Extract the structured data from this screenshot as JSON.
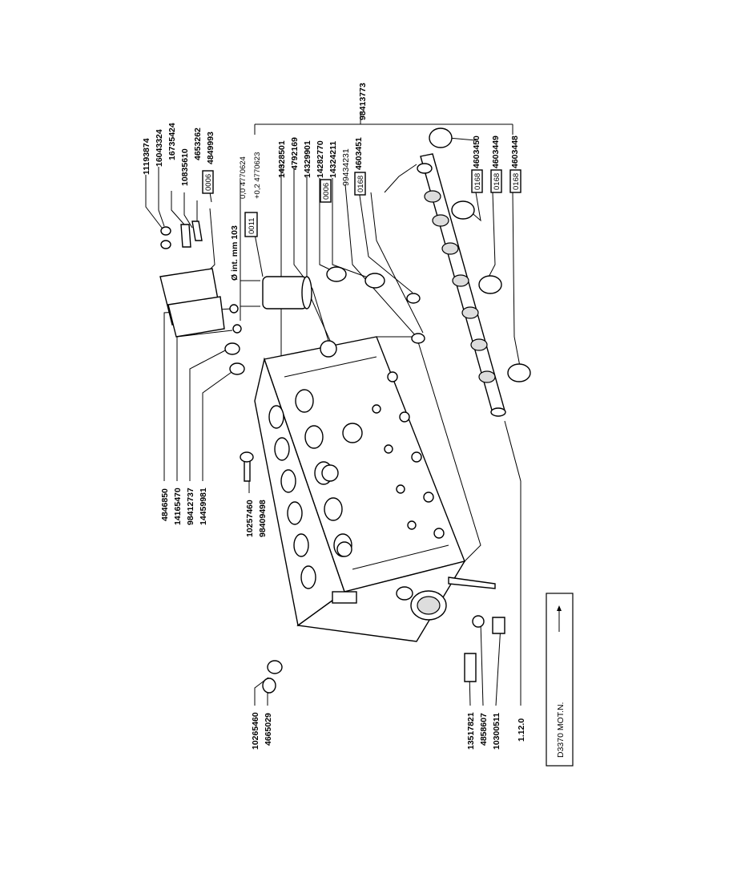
{
  "drawing": {
    "caption": "D3370 MOT.N.",
    "arrow_glyph": "→",
    "bore_note": "Ø int. mm 103",
    "tol_1": "0,0 4770624",
    "tol_2": "+0,2 4770623"
  },
  "top_labels": [
    {
      "id": "n11193874",
      "text": "11193874"
    },
    {
      "id": "n16043324",
      "text": "16043324"
    },
    {
      "id": "n16735424",
      "text": "16735424"
    },
    {
      "id": "n10835610",
      "text": "10835610"
    },
    {
      "id": "n4653262",
      "text": "4653262"
    },
    {
      "id": "n4849993",
      "text": "4849993"
    }
  ],
  "top_boxes": [
    {
      "id": "b0006a",
      "text": "0006"
    },
    {
      "id": "b0011",
      "text": "0011"
    }
  ],
  "center_labels": [
    {
      "id": "n14328501",
      "text": "14328501"
    },
    {
      "id": "n4792169",
      "text": "4792169"
    },
    {
      "id": "n14329901",
      "text": "14329901"
    },
    {
      "id": "n14282770",
      "text": "14282770"
    },
    {
      "id": "n14324211",
      "text": "14324211"
    },
    {
      "id": "n99434231",
      "text": "99434231"
    },
    {
      "id": "n4603451",
      "text": "4603451"
    },
    {
      "id": "n4603450",
      "text": "4603450"
    },
    {
      "id": "n4603449",
      "text": "4603449"
    },
    {
      "id": "n4603448",
      "text": "4603448"
    },
    {
      "id": "n98413773",
      "text": "98413773"
    }
  ],
  "center_boxes": [
    {
      "id": "b0006b",
      "text": "0006"
    },
    {
      "id": "b0168a",
      "text": "0168"
    },
    {
      "id": "b0168b",
      "text": "0168"
    },
    {
      "id": "b0168c",
      "text": "0168"
    },
    {
      "id": "b0168d",
      "text": "0168"
    }
  ],
  "left_labels": [
    {
      "id": "n4846850",
      "text": "4846850"
    },
    {
      "id": "n14165470",
      "text": "14165470"
    },
    {
      "id": "n98412737",
      "text": "98412737"
    },
    {
      "id": "n14459981",
      "text": "14459981"
    },
    {
      "id": "n10257460",
      "text": "10257460"
    },
    {
      "id": "n98409498",
      "text": "98409498"
    },
    {
      "id": "n10265460",
      "text": "10265460"
    },
    {
      "id": "n4665029",
      "text": "4665029"
    }
  ],
  "bottom_labels": [
    {
      "id": "n13517821",
      "text": "13517821"
    },
    {
      "id": "n4858607",
      "text": "4858607"
    },
    {
      "id": "n10300511",
      "text": "10300511"
    },
    {
      "id": "n1120",
      "text": "1.12.0"
    }
  ]
}
